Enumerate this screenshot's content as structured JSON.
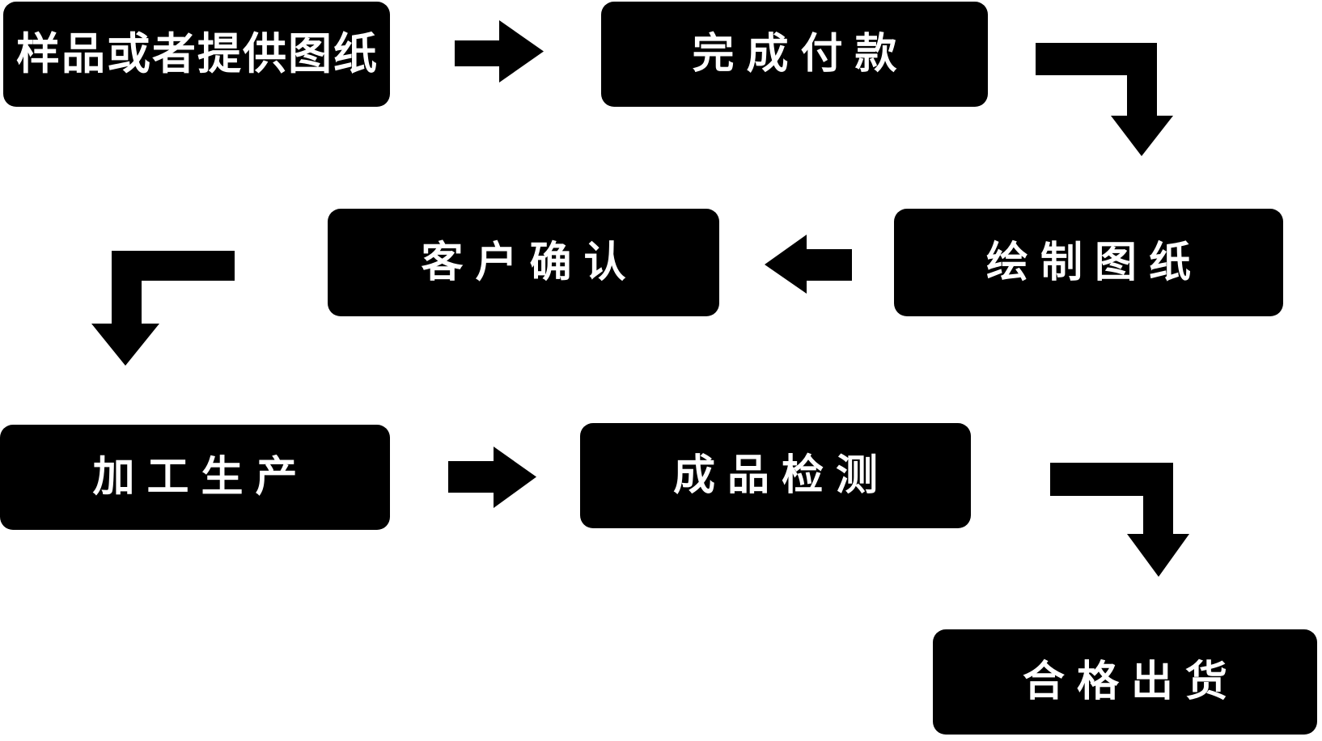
{
  "diagram": {
    "type": "flowchart",
    "background_color": "#ffffff",
    "node_fill_color": "#000000",
    "node_text_color": "#ffffff",
    "nodes": [
      {
        "id": "step-1",
        "label": "样品或者提供图纸"
      },
      {
        "id": "step-2",
        "label": "完成付款"
      },
      {
        "id": "step-3",
        "label": "绘制图纸"
      },
      {
        "id": "step-4",
        "label": "客户确认"
      },
      {
        "id": "step-5",
        "label": "加工生产"
      },
      {
        "id": "step-6",
        "label": "成品检测"
      },
      {
        "id": "step-7",
        "label": "合格出货"
      }
    ],
    "edges": [
      {
        "from": "样品或者提供图纸",
        "to": "完成付款",
        "shape": "straight-right"
      },
      {
        "from": "完成付款",
        "to": "绘制图纸",
        "shape": "elbow-right-then-down"
      },
      {
        "from": "绘制图纸",
        "to": "客户确认",
        "shape": "straight-left"
      },
      {
        "from": "客户确认",
        "to": "加工生产",
        "shape": "elbow-left-then-down"
      },
      {
        "from": "加工生产",
        "to": "成品检测",
        "shape": "straight-right"
      },
      {
        "from": "成品检测",
        "to": "合格出货",
        "shape": "elbow-right-then-down"
      }
    ]
  }
}
